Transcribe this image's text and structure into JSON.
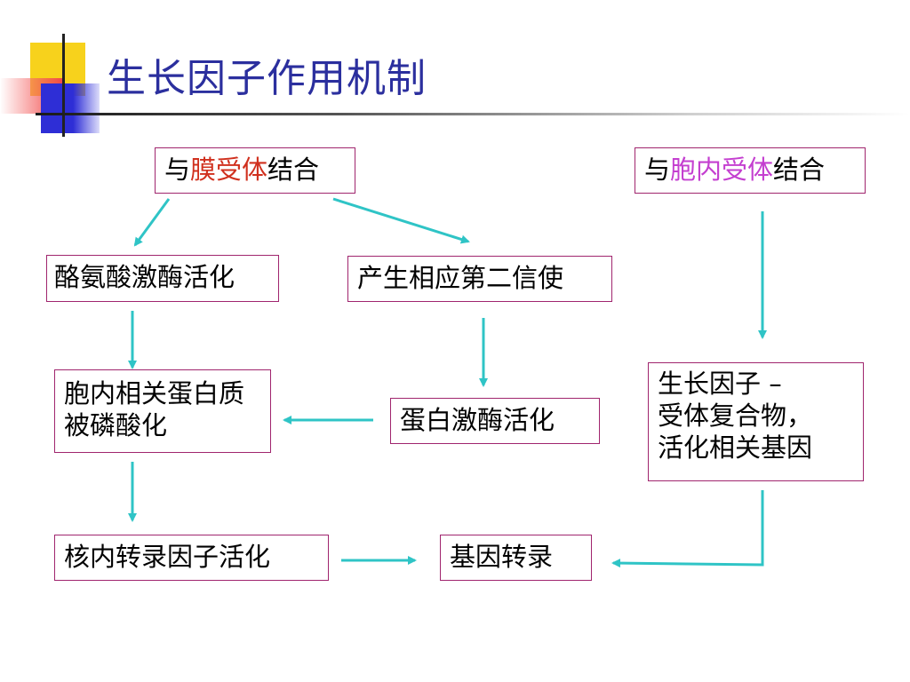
{
  "slide": {
    "title": "生长因子作用机制"
  },
  "nodes": {
    "membrane_binding": {
      "prefix": "与",
      "highlight": "膜受体",
      "suffix": "结合"
    },
    "intracellular_binding": {
      "prefix": "与",
      "highlight": "胞内受体",
      "suffix": "结合"
    },
    "tyrosine_kinase": {
      "text": "酪氨酸激酶活化"
    },
    "second_messenger": {
      "text": "产生相应第二信使"
    },
    "protein_phosphorylation": {
      "text": "胞内相关蛋白质被磷酸化"
    },
    "protein_kinase": {
      "text": "蛋白激酶活化"
    },
    "gf_receptor_complex": {
      "line1": "生长因子 –",
      "line2": "受体复合物，",
      "line3": "活化相关基因"
    },
    "transcription_factor": {
      "text": "核内转录因子活化"
    },
    "gene_transcription": {
      "text": "基因转录"
    }
  },
  "colors": {
    "title": "#2b2f9e",
    "box_border": "#a0256e",
    "arrow": "#2fc4c6",
    "highlight_membrane": "#d0301e",
    "highlight_intracellular": "#c43fd0"
  }
}
